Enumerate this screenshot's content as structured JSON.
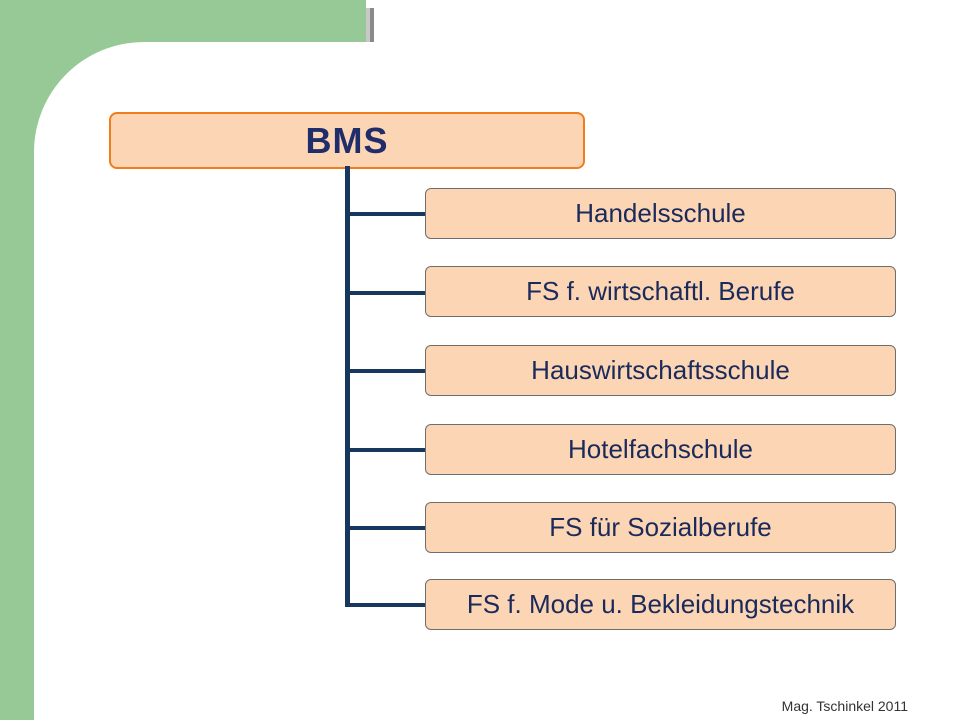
{
  "root": {
    "label": "BMS"
  },
  "children": [
    {
      "label": "Handelsschule"
    },
    {
      "label": "FS f. wirtschaftl. Berufe"
    },
    {
      "label": "Hauswirtschaftsschule"
    },
    {
      "label": "Hotelfachschule"
    },
    {
      "label": "FS für Sozialberufe"
    },
    {
      "label": "FS f. Mode u. Bekleidungstechnik"
    }
  ],
  "footer": {
    "credit": "Mag. Tschinkel 2011"
  },
  "colors": {
    "box_fill": "#fcd5b4",
    "root_border": "#f07c1c",
    "connector": "#17375e",
    "decor_green": "#97c997"
  }
}
